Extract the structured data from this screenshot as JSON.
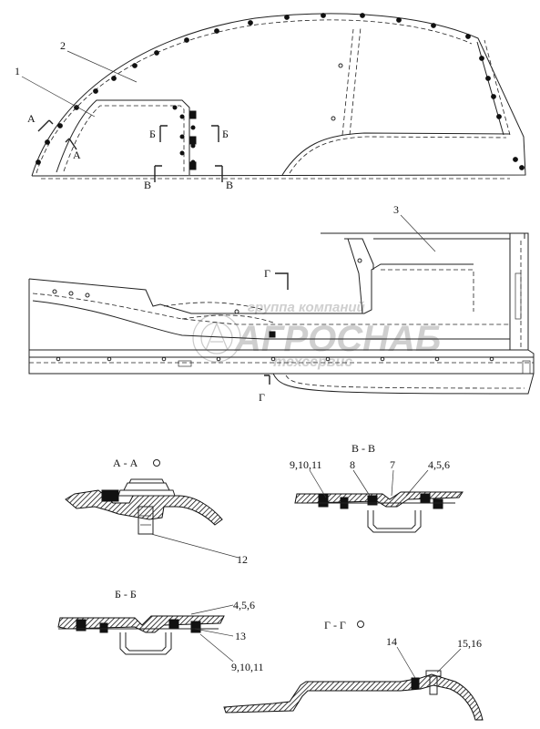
{
  "watermark": {
    "line1": "группа компаний",
    "line2": "АГРОСНАБ",
    "line3": "техсервис"
  },
  "callouts": {
    "c1": "1",
    "c2": "2",
    "c3": "3",
    "c4": "4,5,6",
    "c7": "7",
    "c8": "8",
    "c9": "9,10,11",
    "c12": "12",
    "c13": "13",
    "c14": "14",
    "c15": "15,16"
  },
  "section_marks": {
    "a": "А",
    "b": "Б",
    "v": "В",
    "g": "Г"
  },
  "section_titles": {
    "aa": "А - А",
    "vv": "В - В",
    "bb": "Б - Б",
    "gg": "Г - Г"
  }
}
